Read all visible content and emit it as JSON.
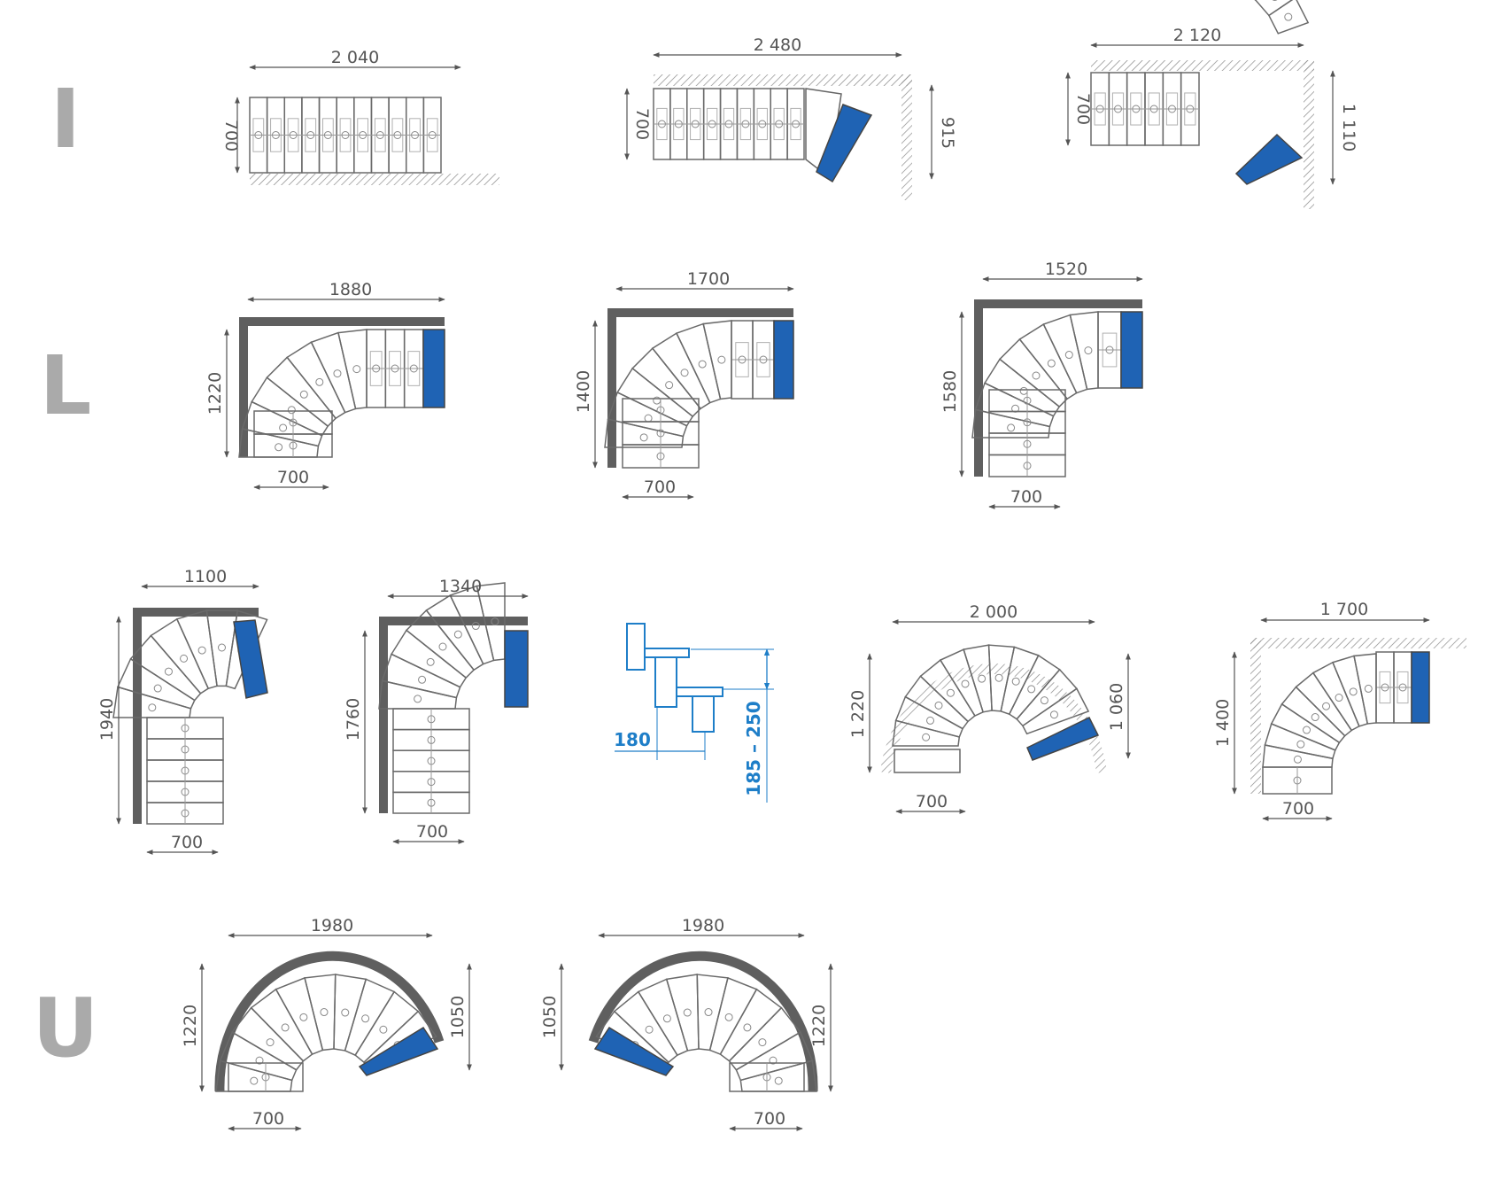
{
  "rows": [
    {
      "category": "I",
      "stairs": [
        {
          "width": "2 040",
          "height": "700"
        },
        {
          "width": "2 480",
          "height_left": "700",
          "height_right": "915"
        },
        {
          "width": "2 120",
          "height_left": "700",
          "height_right": "1 110"
        }
      ]
    },
    {
      "category": "L",
      "stairs": [
        {
          "width": "1880",
          "height": "1220",
          "base": "700"
        },
        {
          "width": "1700",
          "height": "1400",
          "base": "700"
        },
        {
          "width": "1520",
          "height": "1580",
          "base": "700"
        }
      ]
    },
    {
      "category": "",
      "stairs": [
        {
          "width": "1100",
          "height": "1940",
          "base": "700"
        },
        {
          "width": "1340",
          "height": "1760",
          "base": "700"
        },
        {
          "step_depth": "180",
          "rise_range": "185 – 250"
        },
        {
          "width": "2 000",
          "height_left": "1 220",
          "height_right": "1 060",
          "base": "700"
        },
        {
          "width": "1 700",
          "height": "1 400",
          "base": "700"
        }
      ]
    },
    {
      "category": "U",
      "stairs": [
        {
          "width": "1980",
          "height_left": "1220",
          "height_right": "1050",
          "base": "700"
        },
        {
          "width": "1980",
          "height_left": "1050",
          "height_right": "1220",
          "base": "700"
        }
      ]
    }
  ],
  "colors": {
    "wall": "#5f5f5f",
    "line": "#6a6a6a",
    "accent": "#1f63b4",
    "dim_text": "#555555",
    "letter": "#aaaaaa",
    "section_blue": "#1e7ec8"
  }
}
